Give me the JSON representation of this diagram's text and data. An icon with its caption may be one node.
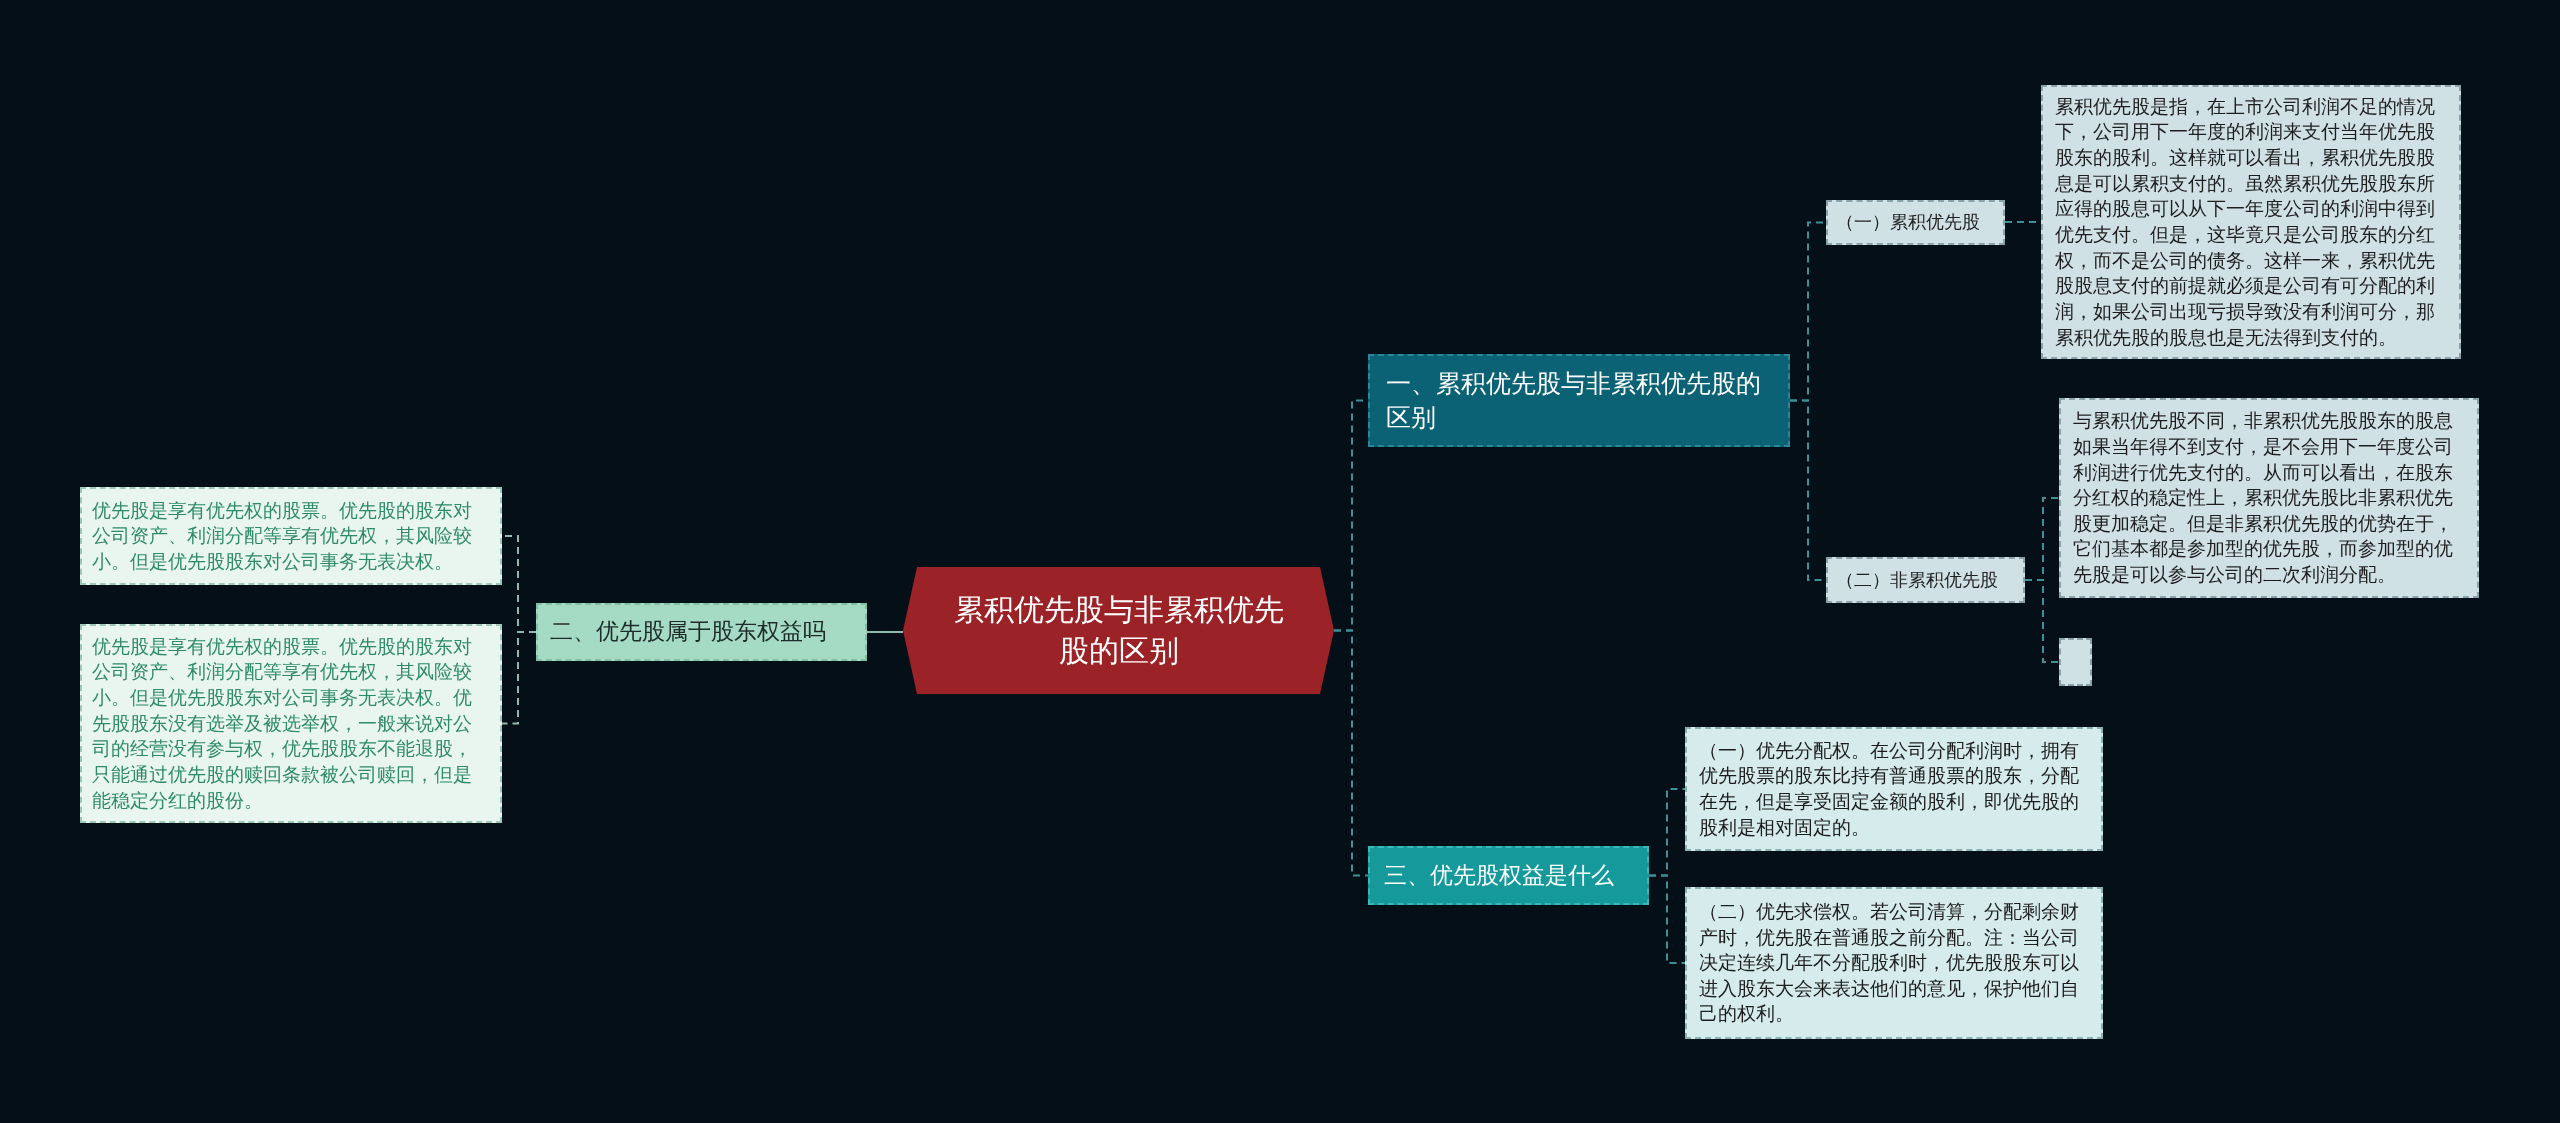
{
  "diagram": {
    "nodes": [
      {
        "text": [
          "累积优先股与非累积优先股的区别"
        ]
      },
      {
        "text": [
          "二、优先股属于股东权益吗"
        ]
      },
      {
        "text": [
          "优先股是享有优先权的股票。优先股的股东对公司资产、利润分配等享有优先权，其风险较小。但是优先股股东对公司事务无表决权。"
        ]
      },
      {
        "text": [
          "优先股是享有优先权的股票。优先股的股东对公司资产、利润分配等享有优先权，其风险较小。但是优先股股东对公司事务无表决权。优先股股东没有选举及被选举权，一般来说对公司的经营没有参与权，优先股股东不能退股，只能通过优先股的赎回条款被公司赎回，但是能稳定分红的股份。"
        ]
      },
      {
        "text": [
          "一、累积优先股与非累积优先股的区别"
        ]
      },
      {
        "text": [
          "（一）累积优先股"
        ]
      },
      {
        "text": [
          "累积优先股是指，在上市公司利润不足的情况下，公司用下一年度的利润来支付当年优先股股东的股利。这样就可以看出，累积优先股股息是可以累积支付的。虽然累积优先股股东所应得的股息可以从下一年度公司的利润中得到优先支付。但是，这毕竟只是公司股东的分红权，而不是公司的债务。这样一来，累积优先股股息支付的前提就必须是公司有可分配的利润，如果公司出现亏损导致没有利润可分，那累积优先股的股息也是无法得到支付的。"
        ]
      },
      {
        "text": [
          "（二）非累积优先股"
        ]
      },
      {
        "text": [
          "与累积优先股不同，非累积优先股股东的股息如果当年得不到支付，是不会用下一年度公司利润进行优先支付的。从而可以看出，在股东分红权的稳定性上，累积优先股比非累积优先股更加稳定。但是非累积优先股的优势在于，它们基本都是参加型的优先股，而参加型的优先股是可以参与公司的二次利润分配。"
        ]
      },
      {
        "text": [],
        "shape": "box"
      },
      {
        "text": [
          "三、优先股权益是什么"
        ]
      },
      {
        "text": [
          "（一）优先分配权。在公司分配利润时，拥有优先股票的股东比持有普通股票的股东，分配在先，但是享受固定金额的股利，即优先股的股利是相对固定的。"
        ]
      },
      {
        "text": [
          "（二）优先求偿权。若公司清算，分配剩余财产时，优先股在普通股之前分配。注：当公司决定连续几年不分配股利时，优先股股东可以进入股东大会来表达他们的意见，保护他们自己的权利。"
        ]
      }
    ],
    "edges": [
      {
        "from": 0,
        "to": 1,
        "arrow": "none",
        "color": "#8fb9aa"
      },
      {
        "from": 1,
        "to": 2,
        "arrow": "none",
        "style": "dashed",
        "color": "#8fb9aa"
      },
      {
        "from": 1,
        "to": 3,
        "arrow": "none",
        "style": "dashed",
        "color": "#8fb9aa"
      },
      {
        "from": 0,
        "to": 4,
        "arrow": "none",
        "style": "dashed"
      },
      {
        "from": 4,
        "to": 5,
        "arrow": "none",
        "style": "dashed"
      },
      {
        "from": 5,
        "to": 6,
        "arrow": "none",
        "style": "dashed"
      },
      {
        "from": 4,
        "to": 7,
        "arrow": "none",
        "style": "dashed"
      },
      {
        "from": 7,
        "to": 8,
        "arrow": "none",
        "style": "dashed"
      },
      {
        "from": 7,
        "to": 9,
        "arrow": "none",
        "style": "dashed"
      },
      {
        "from": 0,
        "to": 10,
        "arrow": "none",
        "style": "dashed"
      },
      {
        "from": 10,
        "to": 11,
        "arrow": "none",
        "style": "dashed"
      },
      {
        "from": 10,
        "to": 12,
        "arrow": "none",
        "style": "dashed"
      }
    ]
  }
}
